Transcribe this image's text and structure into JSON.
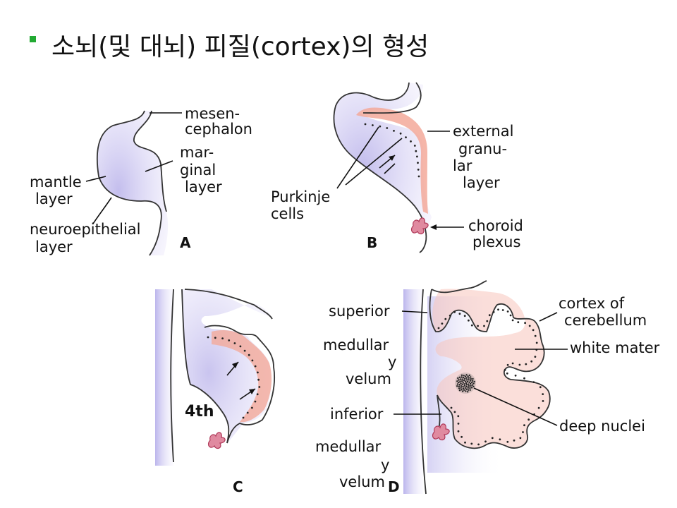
{
  "title": "소뇌(및 대뇌) 피질(cortex)의 형성",
  "panels": {
    "A": {
      "letter": "A",
      "mesen_1": "mesen-",
      "mesen_2": "cephalon",
      "mar_1": "mar-",
      "mar_2": "ginal",
      "mar_3": "layer",
      "mantle_1": "mantle",
      "mantle_2": "layer",
      "neuro_1": "neuroepithelial",
      "neuro_2": "layer"
    },
    "B": {
      "letter": "B",
      "ext_1": "external",
      "ext_2": "granu-",
      "ext_3": "lar",
      "ext_4": "layer",
      "purk_1": "Purkinje",
      "purk_2": "cells",
      "chor_1": "choroid",
      "chor_2": "plexus"
    },
    "C": {
      "letter": "C",
      "ventricle": "4th"
    },
    "D": {
      "letter": "D",
      "sup_1": "superior",
      "sup_2": "medullar",
      "sup_3": "y",
      "sup_4": "velum",
      "inf_1": "inferior",
      "inf_2": "medullar",
      "inf_3": "y",
      "inf_4": "velum",
      "cortex_1": "cortex of",
      "cortex_2": "cerebellum",
      "white": "white mater",
      "deep": "deep nuclei"
    }
  },
  "colors": {
    "bullet": "#22aa33",
    "mantle": "#c9c5ee",
    "cortex": "#f3a99a",
    "plexus": "#d9607a"
  }
}
